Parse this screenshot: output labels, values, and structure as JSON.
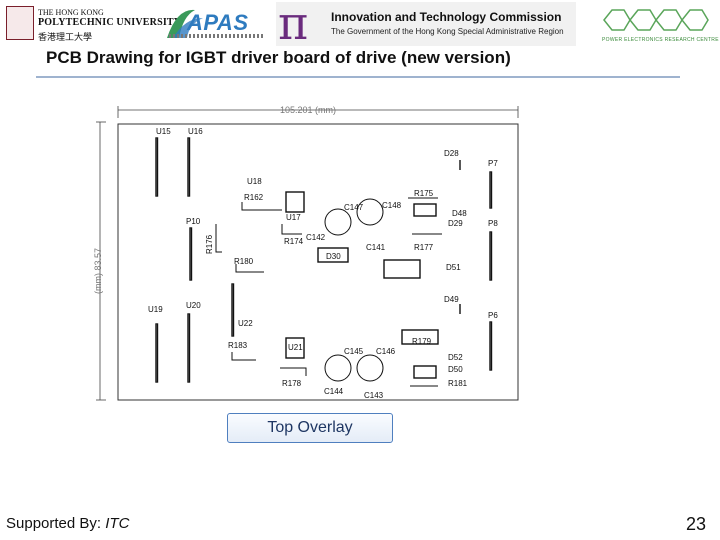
{
  "logos": {
    "polyu": {
      "line1": "THE HONG KONG",
      "line2": "POLYTECHNIC UNIVERSITY",
      "line3": "香港理工大學",
      "icon": "polyu-crest-icon"
    },
    "apas": {
      "text": "APAS",
      "icon": "apas-logo-icon"
    },
    "itc": {
      "symbol": "π",
      "title": "Innovation and Technology Commission",
      "subtitle": "The Government of the Hong Kong Special Administrative Region"
    },
    "perc": {
      "text": "POWER ELECTRONICS RESEARCH CENTRE",
      "icon": "perc-hexagon-icon"
    }
  },
  "slide": {
    "title": "PCB Drawing  for IGBT driver board of drive (new version)"
  },
  "pcb": {
    "width_dim": "105.201 (mm)",
    "height_dim": "(mm) 83.57",
    "labels": {
      "u15": "U15",
      "u16": "U16",
      "u18": "U18",
      "u17": "U17",
      "u19": "U19",
      "u20": "U20",
      "u21": "U21",
      "u22": "U22",
      "r162": "R162",
      "r174": "R174",
      "r175": "R175",
      "r176": "R176",
      "r177": "R177",
      "r178": "R178",
      "r179": "R179",
      "r180": "R180",
      "r181": "R181",
      "r183": "R183",
      "c141": "C141",
      "c142": "C142",
      "c143": "C143",
      "c144": "C144",
      "c145": "C145",
      "c146": "C146",
      "c147": "C147",
      "c148": "C148",
      "d28": "D28",
      "d29": "D29",
      "d30": "D30",
      "d48": "D48",
      "d49": "D49",
      "d50": "D50",
      "d51": "D51",
      "d52": "D52",
      "p6": "P6",
      "p7": "P7",
      "p8": "P8",
      "p10": "P10"
    }
  },
  "overlay_button": {
    "label": "Top Overlay"
  },
  "footer": {
    "supported_by": "Supported By:",
    "org": "ITC",
    "page": "23"
  },
  "colors": {
    "accent_border": "#4f7fbf",
    "title_rule": "#9fb3cf",
    "itc_purple": "#6a2b7d",
    "apas_blue": "#2e7bbf",
    "perc_green": "#3a8a3a"
  }
}
